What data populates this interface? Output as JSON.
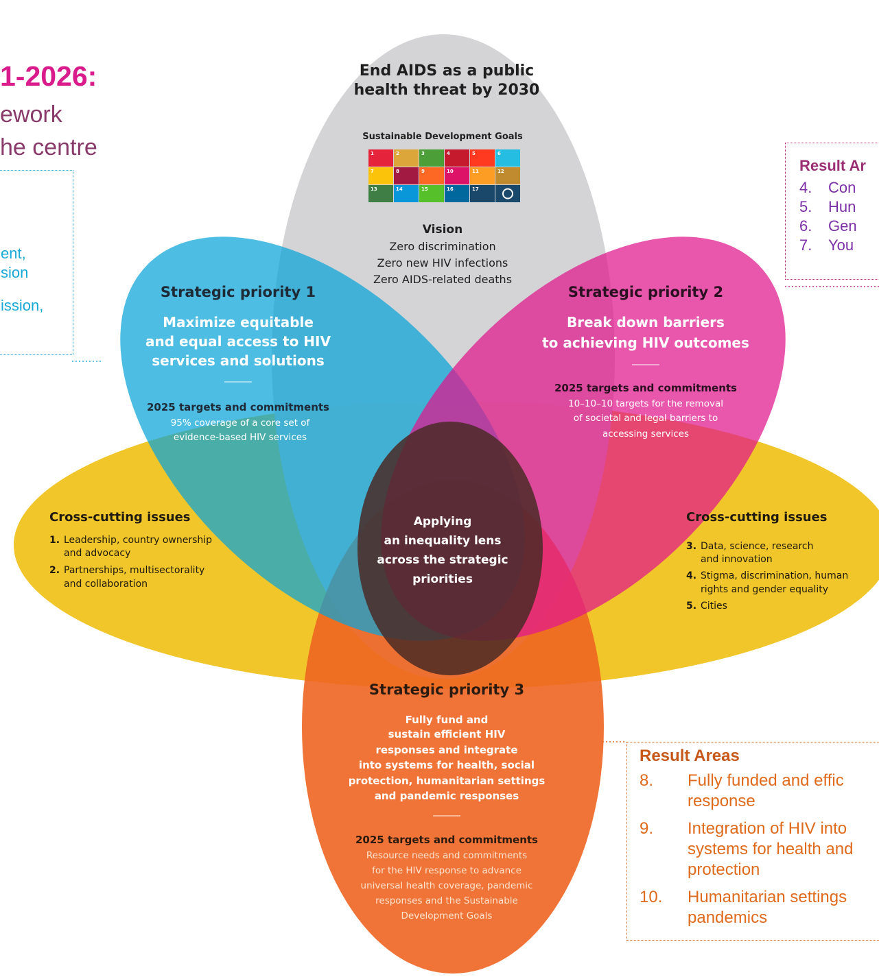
{
  "header": {
    "title_partial": "1-2026:",
    "subtitle_line1": "ework",
    "subtitle_line2": "he centre"
  },
  "left_box": {
    "lines": [
      "ent,",
      "sion",
      "ission,"
    ]
  },
  "result_box_top": {
    "title": "Result Ar",
    "items": [
      {
        "num": "4.",
        "text": "Con"
      },
      {
        "num": "5.",
        "text": "Hun"
      },
      {
        "num": "6.",
        "text": "Gen"
      },
      {
        "num": "7.",
        "text": "You"
      }
    ]
  },
  "result_box_bottom": {
    "title": "Result Areas",
    "items": [
      {
        "num": "8.",
        "lines": [
          "Fully funded and effic",
          "response"
        ]
      },
      {
        "num": "9.",
        "lines": [
          "Integration of HIV into",
          "systems for health and",
          "protection"
        ]
      },
      {
        "num": "10.",
        "lines": [
          "Humanitarian settings",
          "pandemics"
        ]
      }
    ]
  },
  "petal_top": {
    "heading": [
      "End AIDS as a public",
      "health threat by 2030"
    ],
    "sdg_label": "Sustainable Development Goals",
    "sdg_count": 17,
    "vision_title": "Vision",
    "vision_lines": [
      "Zero discrimination",
      "Zero new HIV infections",
      "Zero AIDS-related deaths"
    ]
  },
  "petal_sp1": {
    "heading": "Strategic priority 1",
    "subtitle": [
      "Maximize equitable",
      "and equal access to HIV",
      "services and solutions"
    ],
    "targets_title": "2025 targets and commitments",
    "targets_lines": [
      "95% coverage of a core set of",
      "evidence-based HIV services"
    ]
  },
  "petal_sp2": {
    "heading": "Strategic priority 2",
    "subtitle": [
      "Break down barriers",
      "to achieving HIV outcomes"
    ],
    "targets_title": "2025 targets and commitments",
    "targets_lines": [
      "10–10–10 targets for the removal",
      "of societal and legal barriers to",
      "accessing services"
    ]
  },
  "petal_sp3": {
    "heading": "Strategic priority 3",
    "subtitle": [
      "Fully fund and",
      "sustain efficient HIV",
      "responses and integrate",
      "into systems for health, social",
      "protection, humanitarian settings",
      "and pandemic responses"
    ],
    "targets_title": "2025 targets and commitments",
    "targets_lines": [
      "Resource needs and commitments",
      "for the HIV response to advance",
      "universal health coverage, pandemic",
      "responses and the Sustainable",
      "Development Goals"
    ]
  },
  "cross_left": {
    "heading": "Cross-cutting issues",
    "items": [
      {
        "num": "1.",
        "lines": [
          "Leadership, country ownership",
          "and advocacy"
        ]
      },
      {
        "num": "2.",
        "lines": [
          "Partnerships, multisectorality",
          "and collaboration"
        ]
      }
    ]
  },
  "cross_right": {
    "heading": "Cross-cutting issues",
    "items": [
      {
        "num": "3.",
        "lines": [
          "Data, science, research",
          "and innovation"
        ]
      },
      {
        "num": "4.",
        "lines": [
          "Stigma, discrimination, human",
          "rights and gender equality"
        ]
      },
      {
        "num": "5.",
        "lines": [
          "Cities"
        ]
      }
    ]
  },
  "center": {
    "lines": [
      "Applying",
      "an inequality lens",
      "across the strategic",
      "priorities"
    ]
  },
  "colors": {
    "grey_petal": "#cfcfd1",
    "blue_petal": "#0aa3d8",
    "magenta_petal": "#e0168c",
    "yellow_petal": "#f0c21b",
    "orange_petal": "#ee6521",
    "center": "#4a2a26",
    "title_magenta": "#d91b8c",
    "left_box": "#19a9d6",
    "top_box": "#7b2fa6",
    "bottom_box": "#e06a1c"
  },
  "sdg_colors": [
    "#e5243b",
    "#dda63a",
    "#4c9f38",
    "#c5192d",
    "#ff3a21",
    "#26bde2",
    "#fcc30b",
    "#a21942",
    "#fd6925",
    "#dd1367",
    "#fd9d24",
    "#bf8b2e",
    "#3f7e44",
    "#0a97d9",
    "#56c02b",
    "#00689d",
    "#19486a"
  ]
}
